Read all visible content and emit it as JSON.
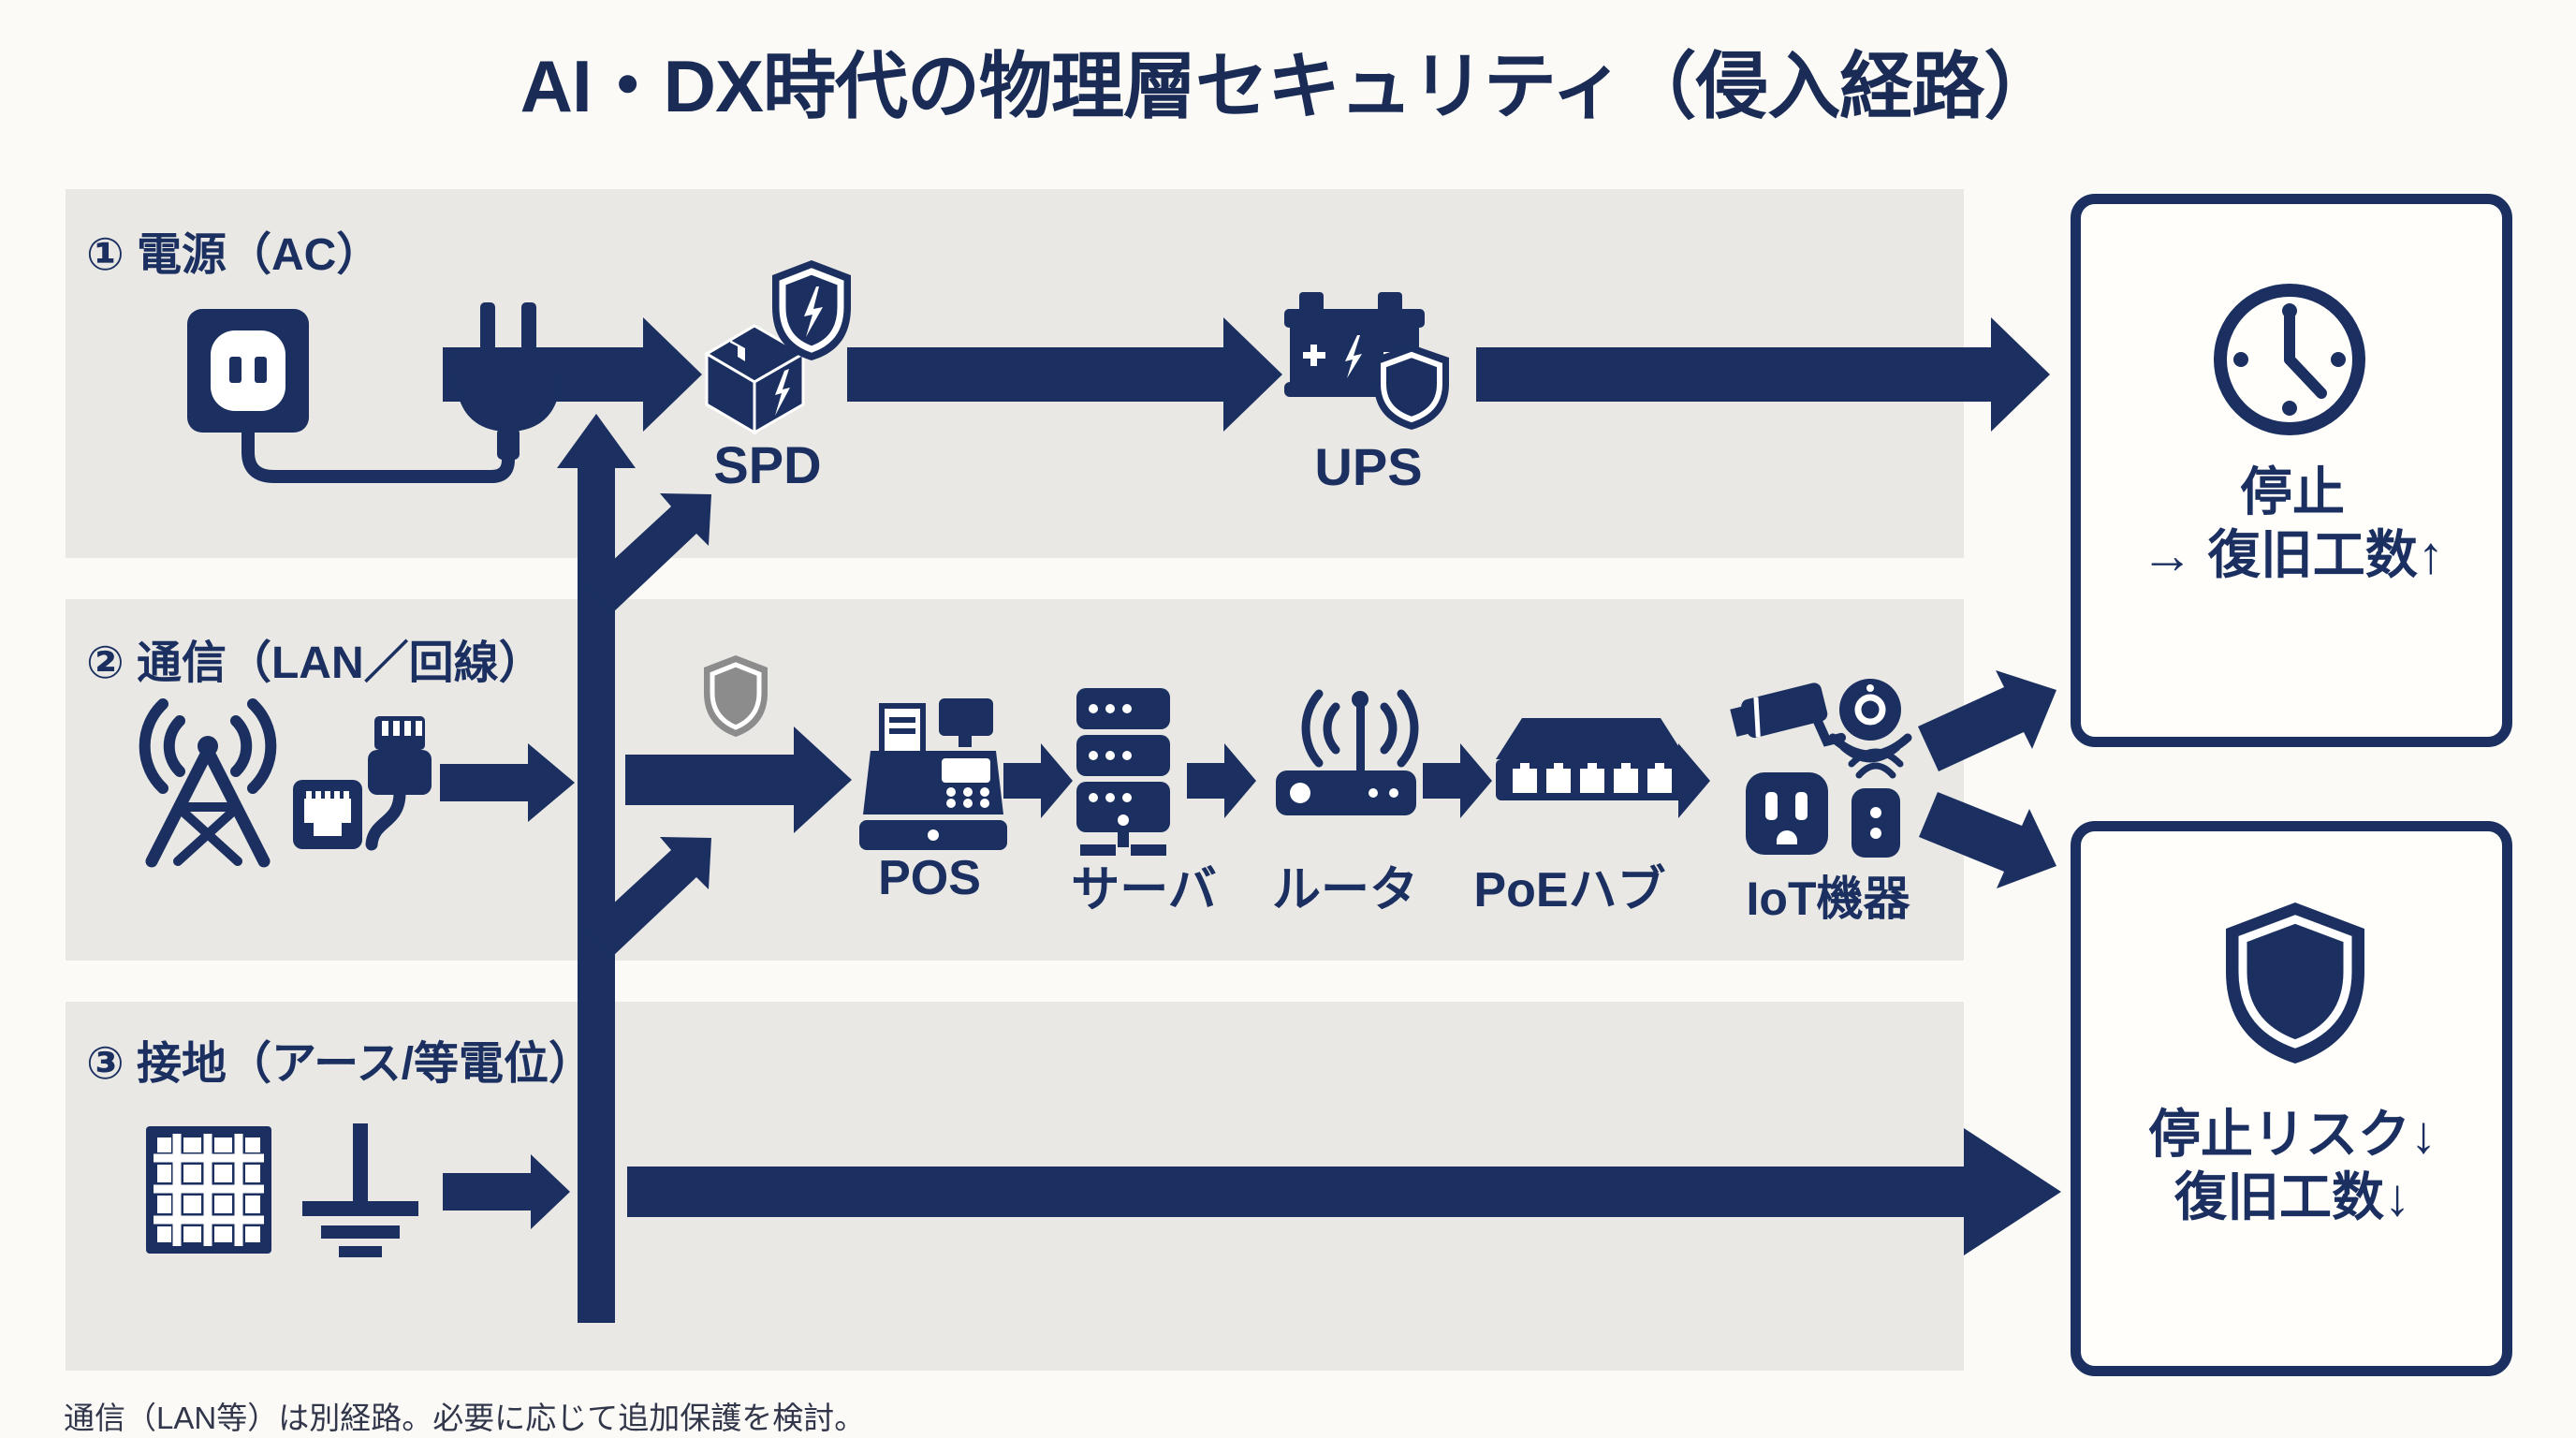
{
  "title": "AI・DX時代の物理層セキュリティ（侵入経路）",
  "colors": {
    "navy": "#1b3060",
    "band_background": "#e9e8e4",
    "page_background": "#fbfaf6",
    "gray_shield": "#8c8c8c"
  },
  "bands": [
    {
      "id": "power",
      "label": "① 電源（AC）"
    },
    {
      "id": "comm",
      "label": "② 通信（LAN／回線）"
    },
    {
      "id": "ground",
      "label": "③ 接地（アース/等電位）"
    }
  ],
  "nodes": {
    "spd": "SPD",
    "ups": "UPS",
    "pos": "POS",
    "server": "サーバ",
    "router": "ルータ",
    "poe_hub": "PoEハブ",
    "iot": "IoT機器"
  },
  "outcome_stop": {
    "line1": "停止",
    "line2": "→ 復旧工数↑"
  },
  "outcome_protect": {
    "line1": "停止リスク↓",
    "line2": "復旧工数↓"
  },
  "footnote": "通信（LAN等）は別経路。必要に応じて追加保護を検討。"
}
